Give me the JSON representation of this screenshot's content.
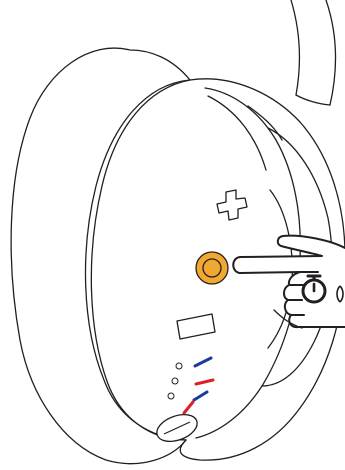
{
  "diagram": {
    "subject": "headphone-earcup",
    "action": "press-and-hold",
    "controls": [
      {
        "name": "volume-up-plus-button"
      },
      {
        "name": "power-button",
        "highlight_color": "#F0A830"
      },
      {
        "name": "slot-button"
      },
      {
        "name": "indicator-led",
        "pattern_colors": [
          "#1E3A9C",
          "#E01E26",
          "#1E3A9C",
          "#E01E26"
        ]
      },
      {
        "name": "round-port"
      }
    ],
    "icons": [
      "hand-pointer-icon",
      "timer-icon"
    ],
    "colors": {
      "line": "#231F20",
      "highlight": "#F0A830",
      "blue": "#1E3A9C",
      "red": "#E01E26"
    }
  }
}
